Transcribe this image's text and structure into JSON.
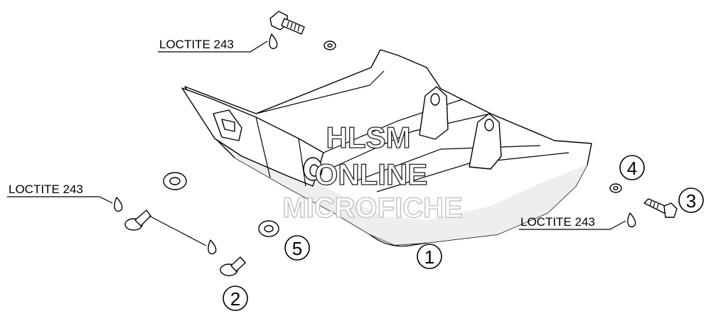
{
  "callouts": {
    "part_1": "1",
    "part_2": "2",
    "part_3": "3",
    "part_4": "4",
    "part_5": "5"
  },
  "labels": {
    "loctite_top": "LOCTITE 243",
    "loctite_left": "LOCTITE 243",
    "loctite_right": "LOCTITE 243"
  },
  "watermark": {
    "line1": "HLSM",
    "line2": "ONLINE",
    "line3": "MICROFICHE"
  }
}
